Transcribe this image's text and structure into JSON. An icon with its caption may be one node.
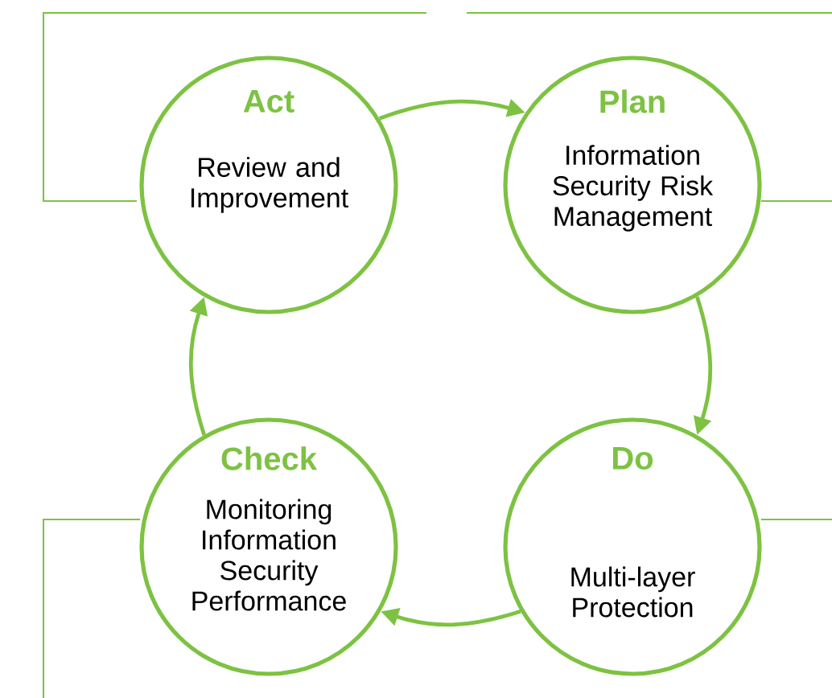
{
  "diagram": {
    "nodes": [
      {
        "text": [
          "Act",
          "Review and Improvement"
        ]
      },
      {
        "text": [
          "Plan",
          "Information Security Risk Management"
        ]
      },
      {
        "text": [
          "Check",
          "Monitoring Information Security Performance"
        ]
      },
      {
        "text": [
          "Do",
          "Multi-layer Protection"
        ]
      }
    ],
    "edges": [
      {
        "from": 0,
        "to": 1,
        "arrow": "to"
      },
      {
        "from": 1,
        "to": 3,
        "arrow": "to"
      },
      {
        "from": 3,
        "to": 2,
        "arrow": "to"
      },
      {
        "from": 2,
        "to": 0,
        "arrow": "to"
      }
    ]
  }
}
